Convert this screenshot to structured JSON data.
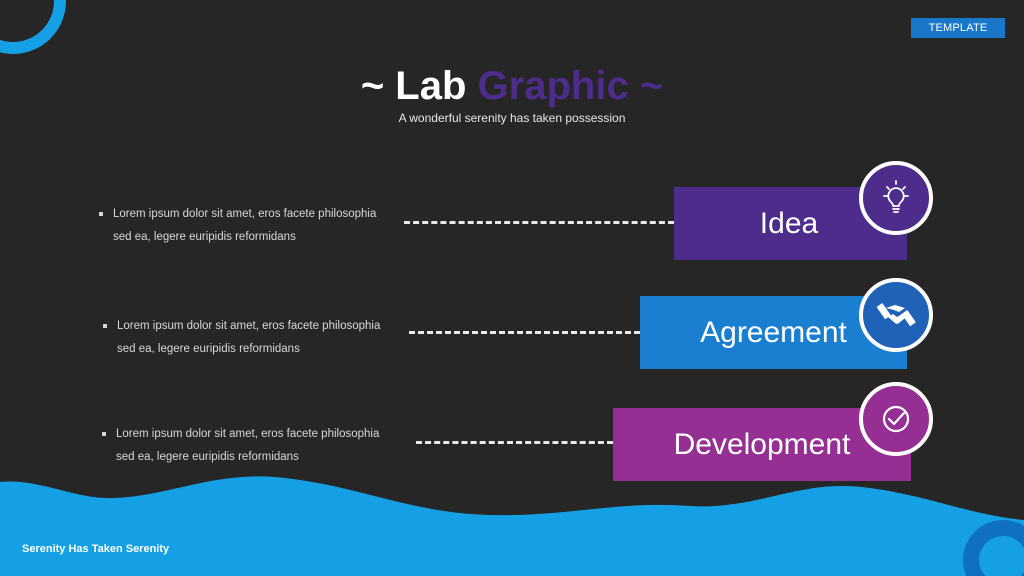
{
  "badge": "TEMPLATE",
  "title": {
    "prefix": "~ Lab",
    "highlight": "Graphic ~"
  },
  "subtitle": "A wonderful serenity has taken possession",
  "steps": [
    {
      "label": "Idea",
      "icon": "lightbulb-icon",
      "color": "#4d2c8c",
      "line1": "Lorem ipsum dolor sit amet, eros facete philosophia",
      "line2": "sed ea, legere euripidis reformidans"
    },
    {
      "label": "Agreement",
      "icon": "handshake-icon",
      "color": "#1a7fd0",
      "line1": "Lorem ipsum dolor sit amet, eros facete philosophia",
      "line2": "sed ea, legere euripidis reformidans"
    },
    {
      "label": "Development",
      "icon": "checkmark-icon",
      "color": "#952f93",
      "line1": "Lorem ipsum dolor sit amet, eros facete philosophia",
      "line2": "sed ea, legere euripidis reformidans"
    }
  ],
  "footer": "Serenity Has Taken Serenity",
  "colors": {
    "background": "#262626",
    "wave": "#15a0e6",
    "accent_blue": "#1877c9"
  }
}
